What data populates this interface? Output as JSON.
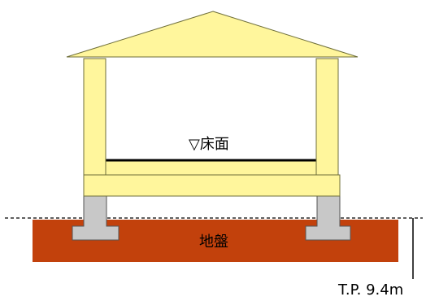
{
  "labels": {
    "floor": "▽床面",
    "ground": "地盤",
    "elevation": "T.P. 9.4m"
  },
  "colors": {
    "wood": "#fff69c",
    "wood_stroke": "#6f6f3a",
    "soil": "#c2410c",
    "concrete": "#c8c8c8",
    "line": "#000000"
  }
}
